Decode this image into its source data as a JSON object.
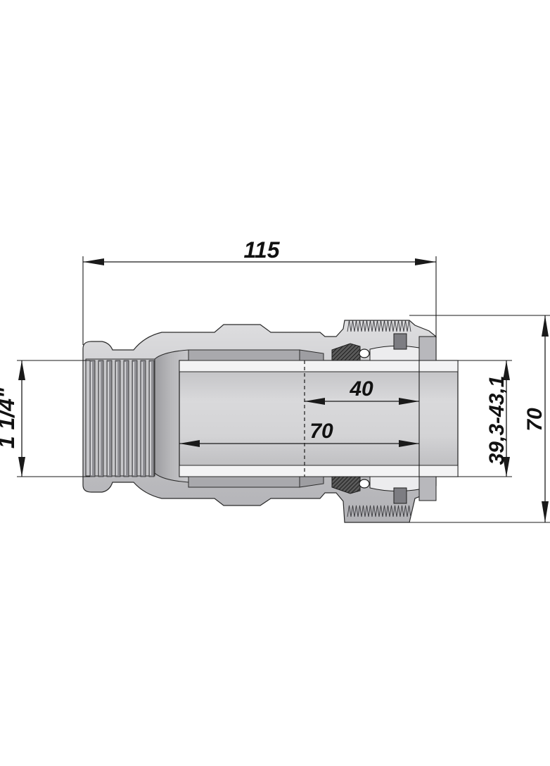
{
  "dimensions": {
    "overall_length": "115",
    "thread_size": "1 1/4\"",
    "insertion_depth_inner": "40",
    "insertion_depth_outer": "70",
    "pipe_od_range": "39,3-43,1",
    "outer_diameter": "70"
  },
  "colors": {
    "body_fill": "#c9c9cb",
    "body_dark": "#8e8e92",
    "pipe_fill": "#d2d2d4",
    "pipe_highlight": "#f4f4f5",
    "seal_dark": "#3a3a3a"
  }
}
